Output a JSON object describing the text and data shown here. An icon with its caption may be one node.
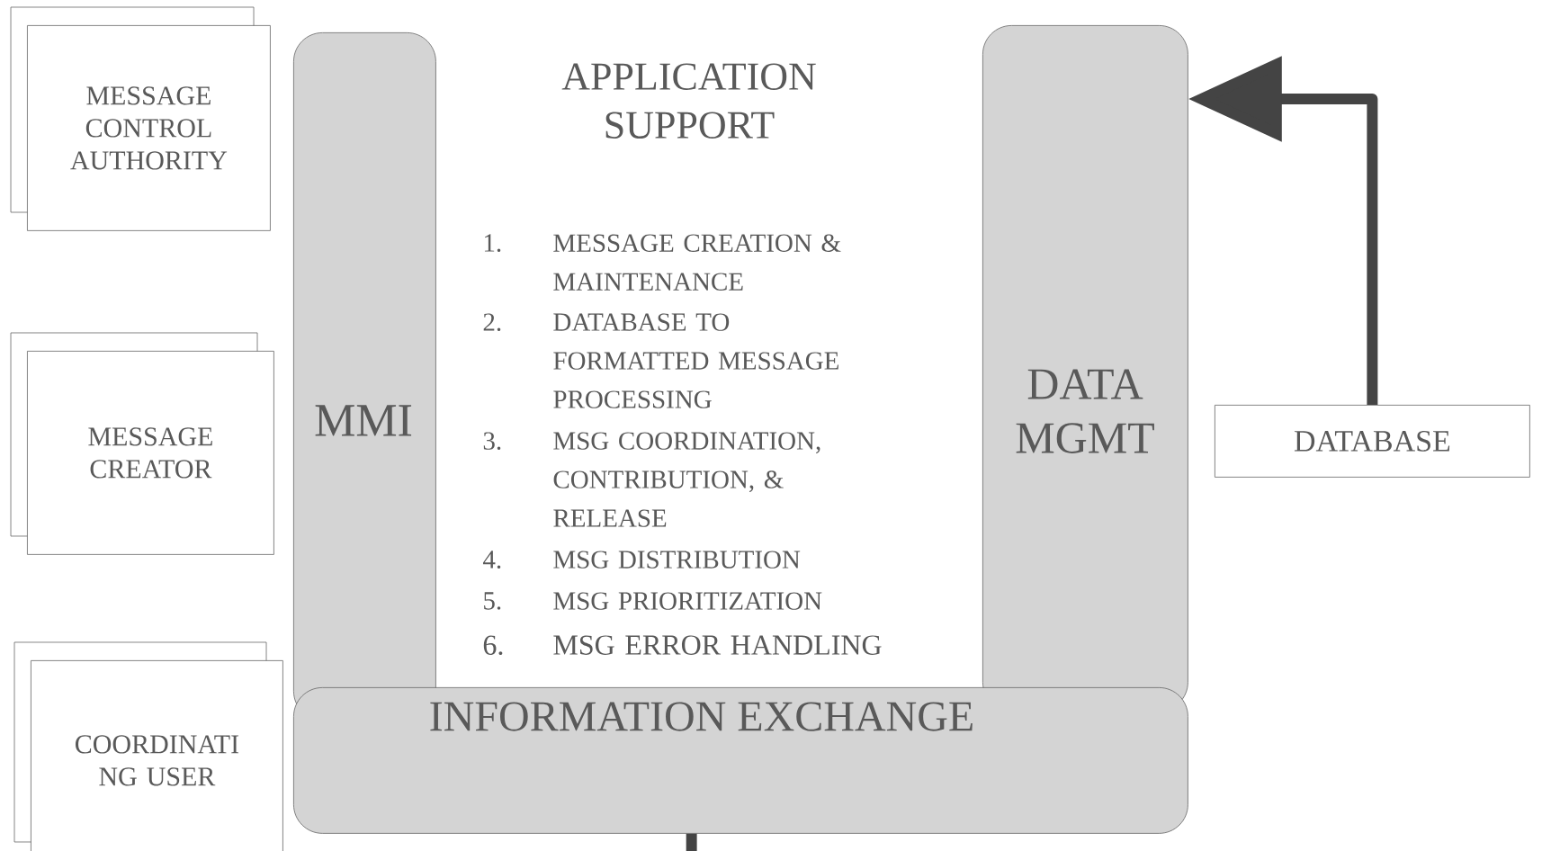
{
  "diagram": {
    "nodes": [
      {
        "text": [
          "MESSAGE CONTROL AUTHORITY"
        ]
      },
      {
        "text": [
          "MESSAGE CREATOR"
        ]
      },
      {
        "text": [
          "COORDINATI NG USER"
        ]
      },
      {
        "text": [
          "MMI"
        ]
      },
      {
        "text": [
          "DATA MGMT"
        ]
      },
      {
        "text": [
          "INFORMATION EXCHANGE"
        ]
      },
      {
        "text": [
          "DATABASE"
        ]
      }
    ],
    "edges": [
      {
        "from": 6,
        "to": 4,
        "arrow": "to"
      },
      {
        "from": 5,
        "to": null,
        "arrow": "none"
      }
    ],
    "labels": [
      "APPLICATION SUPPORT",
      "1.",
      "MESSAGE CREATION & MAINTENANCE",
      "2.",
      "DATABASE TO FORMATTED MESSAGE PROCESSING",
      "3.",
      "MSG COORDINATION, CONTRIBUTION, & RELEASE",
      "4.",
      "MSG DISTRIBUTION",
      "5.",
      "MSG PRIORITIZATION",
      "6.",
      "MSG ERROR HANDLING"
    ]
  }
}
